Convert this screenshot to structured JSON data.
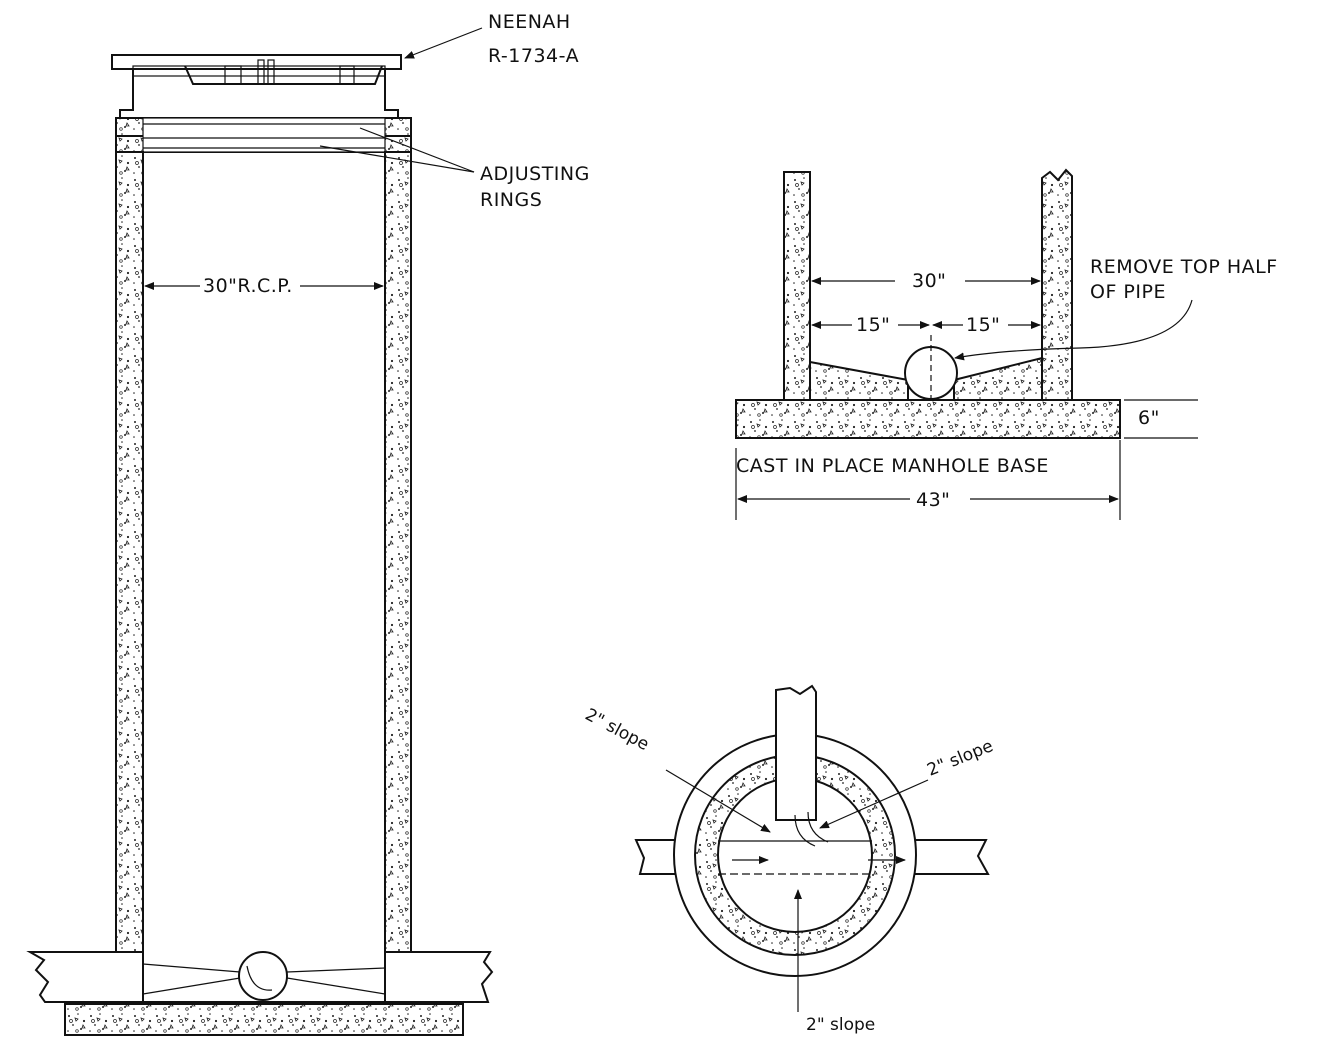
{
  "labels": {
    "frame_name": "NEENAH",
    "frame_model": "R-1734-A",
    "adjusting_rings_line1": "ADJUSTING",
    "adjusting_rings_line2": "RINGS",
    "pipe_size": "30\"R.C.P.",
    "base_width_inner": "30\"",
    "half_left": "15\"",
    "half_right": "15\"",
    "remove_line1": "REMOVE  TOP  HALF",
    "remove_line2": "OF  PIPE",
    "base_thickness": "6\"",
    "base_caption": "CAST  IN  PLACE  MANHOLE  BASE",
    "base_width_total": "43\"",
    "slope_left": "2\" slope",
    "slope_right": "2\" slope",
    "slope_bottom": "2\" slope"
  },
  "colors": {
    "ink": "#111111",
    "paper": "#ffffff"
  }
}
